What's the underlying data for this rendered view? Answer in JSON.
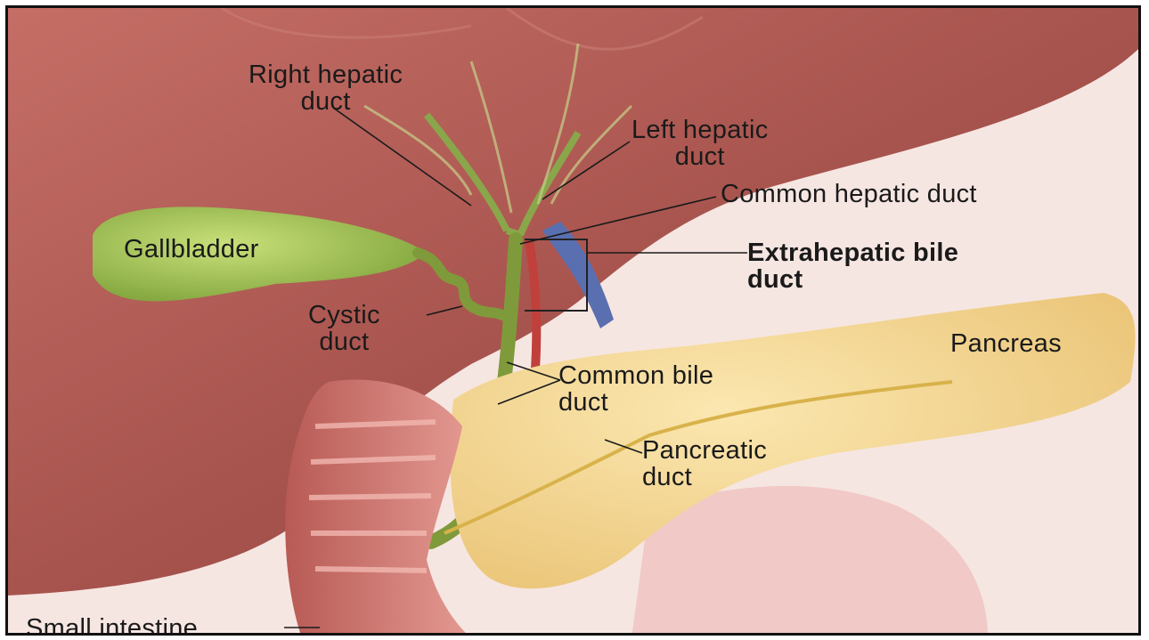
{
  "labels": {
    "right_hepatic_duct": "Right hepatic\nduct",
    "left_hepatic_duct": "Left hepatic\nduct",
    "common_hepatic_duct": "Common hepatic duct",
    "gallbladder": "Gallbladder",
    "extrahepatic_bile_duct": "Extrahepatic bile\nduct",
    "cystic_duct": "Cystic\nduct",
    "pancreas": "Pancreas",
    "common_bile_duct": "Common bile\nduct",
    "pancreatic_duct": "Pancreatic\nduct",
    "small_intestine": "Small intestine"
  },
  "colors": {
    "liver": "#a8544e",
    "gallbladder": "#9cc24a",
    "bile_duct": "#7f9a3a",
    "pancreas": "#f2d48a",
    "intestine": "#d98680",
    "vein": "#5a6fb0",
    "artery": "#c0403c"
  }
}
